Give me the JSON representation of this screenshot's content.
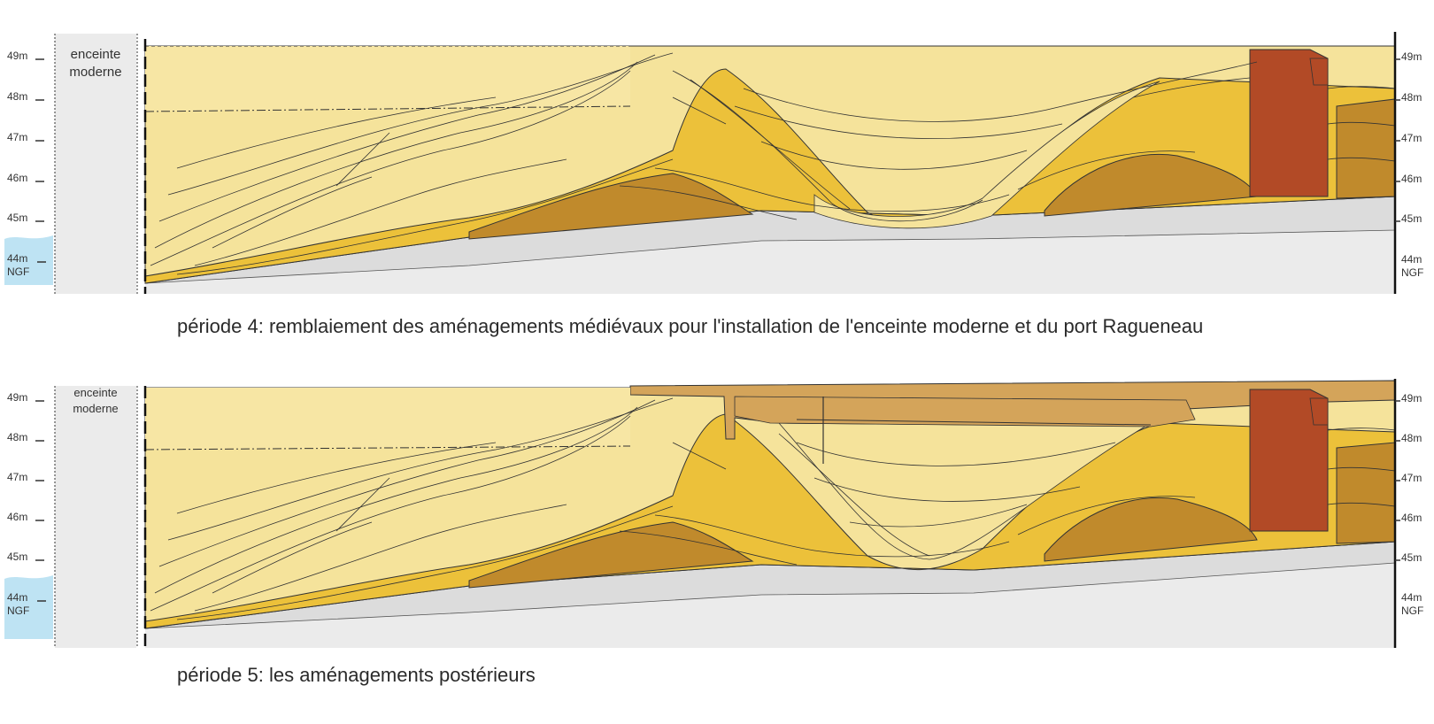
{
  "colors": {
    "pale_fill": "#F5E39B",
    "pale_fill_light": "#F7E6A4",
    "gold_fill": "#ECC13A",
    "brown_fill": "#C08A2C",
    "brown_light": "#D4A45A",
    "masonry": "#B24A26",
    "gravel": "#DCDCDC",
    "ground": "#EBEBEB",
    "water": "#BEE3F3",
    "outline": "#333333"
  },
  "periods": [
    {
      "caption": "période 4: remblaiement des aménagements médiévaux pour l'installation de l'enceinte moderne et du port Ragueneau",
      "enceinte_label_line1": "enceinte",
      "enceinte_label_line2": "moderne",
      "left_scale": [
        "49m",
        "48m",
        "47m",
        "46m",
        "45m",
        "44m",
        "NGF"
      ],
      "right_scale": [
        "49m",
        "48m",
        "47m",
        "46m",
        "45m",
        "44m",
        "NGF"
      ]
    },
    {
      "caption": "période 5: les aménagements postérieurs",
      "enceinte_label_line1": "enceinte",
      "enceinte_label_line2": "moderne",
      "left_scale": [
        "49m",
        "48m",
        "47m",
        "46m",
        "45m",
        "44m",
        "NGF"
      ],
      "right_scale": [
        "49m",
        "48m",
        "47m",
        "46m",
        "45m",
        "44m",
        "NGF"
      ]
    }
  ]
}
